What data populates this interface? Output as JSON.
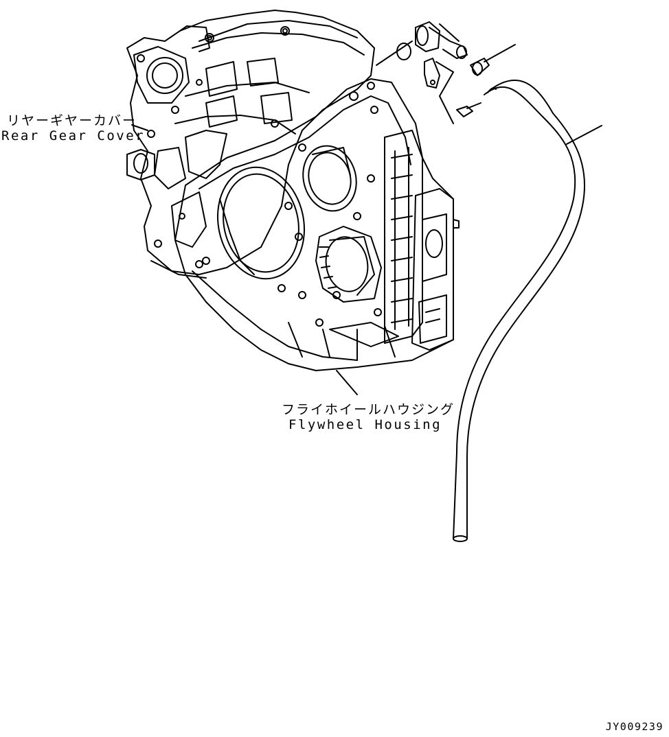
{
  "labels": {
    "rear_gear_cover_jp": "リヤーギヤーカバー",
    "rear_gear_cover_en": "Rear Gear Cover",
    "flywheel_housing_jp": "フライホイールハウジング",
    "flywheel_housing_en": "Flywheel Housing"
  },
  "figure_number": "JY009239",
  "colors": {
    "line": "#000000",
    "background": "#ffffff"
  }
}
